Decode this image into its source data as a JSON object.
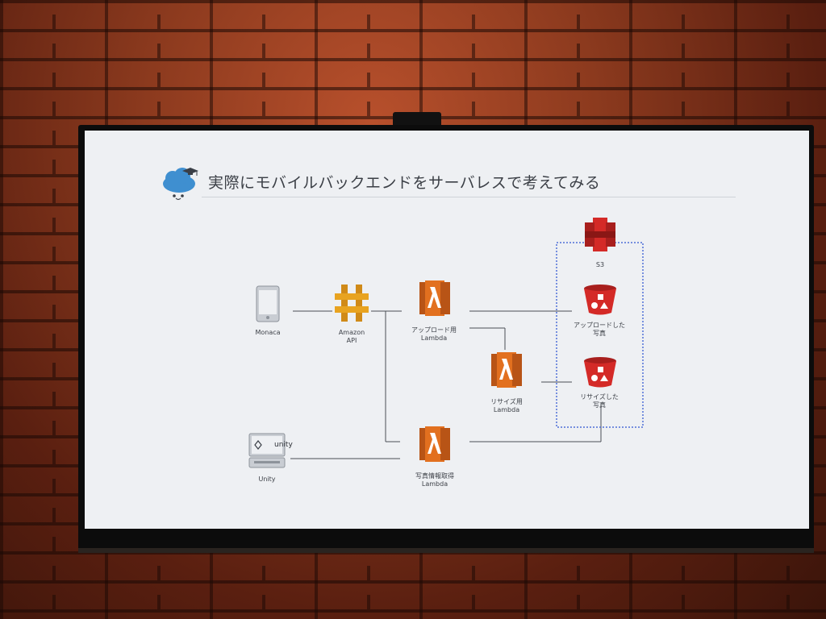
{
  "slide": {
    "title": "実際にモバイルバックエンドをサーバレスで考えてみる"
  },
  "nodes": {
    "monaca": "Monaca",
    "unity_device": "Unity",
    "unity_screen_text": "unity",
    "api_line1": "Amazon",
    "api_line2": "API",
    "upload_lambda_line1": "アップロード用",
    "upload_lambda_line2": "Lambda",
    "resize_lambda_line1": "リサイズ用",
    "resize_lambda_line2": "Lambda",
    "info_lambda_line1": "写真情報取得",
    "info_lambda_line2": "Lambda",
    "s3": "S3",
    "uploaded_bucket_line1": "アップロードした",
    "uploaded_bucket_line2": "写真",
    "resized_bucket_line1": "リサイズした",
    "resized_bucket_line2": "写真"
  },
  "colors": {
    "lambda": "#e2701f",
    "api_gateway": "#e8a320",
    "s3": "#d42a27",
    "logo_cloud": "#3f8fd0"
  },
  "icons": [
    "cloud-mascot-icon",
    "phone-icon",
    "api-gateway-icon",
    "lambda-icon",
    "s3-icon",
    "bucket-icon",
    "unity-device-icon"
  ]
}
